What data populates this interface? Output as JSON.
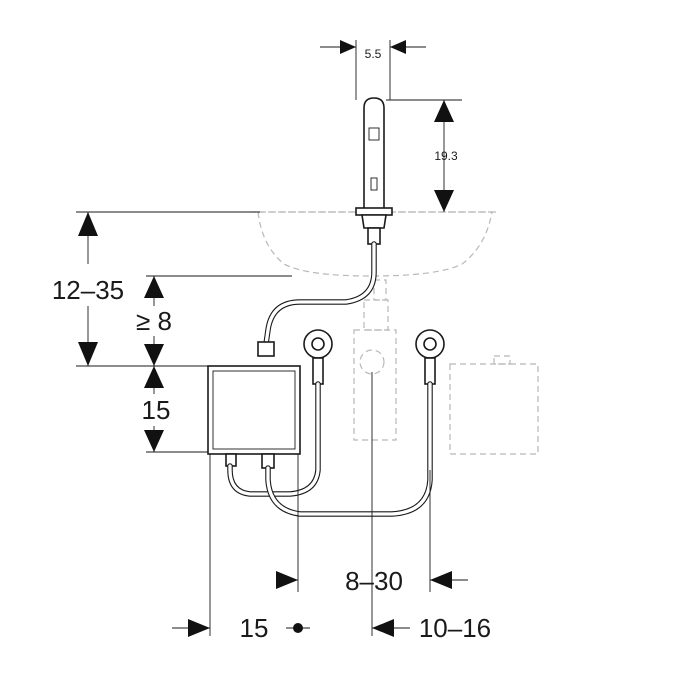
{
  "dimensions": {
    "spout_width": "5.5",
    "spout_height": "19.3",
    "basin_to_box_top": "12–35",
    "min_drop": "≥ 8",
    "box_height": "15",
    "box_width": "15",
    "outlet_spacing": "8–30",
    "wall_offset": "10–16"
  }
}
